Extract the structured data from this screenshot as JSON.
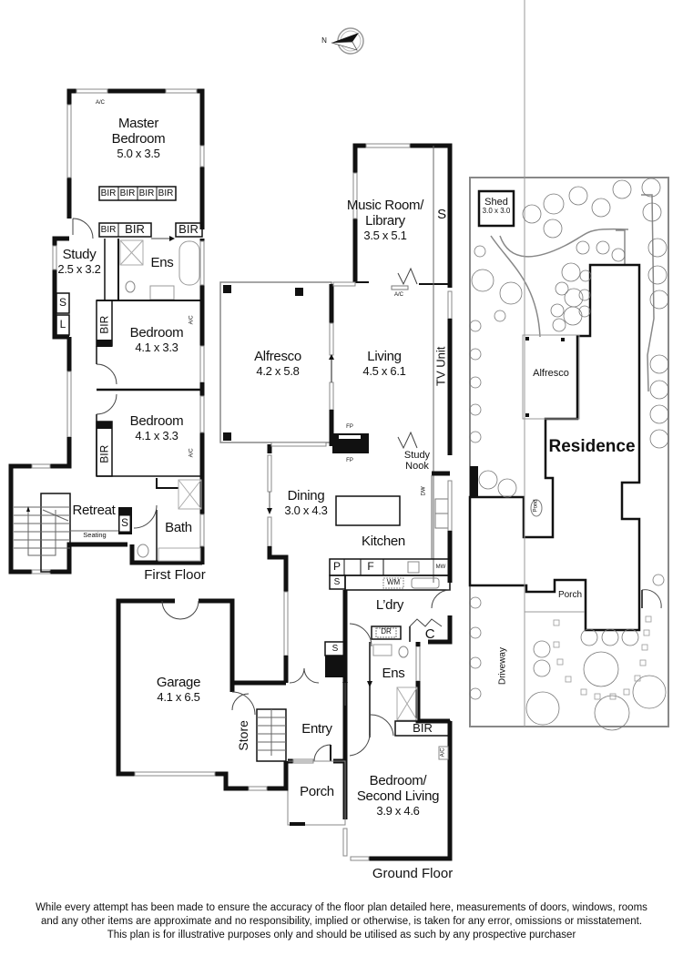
{
  "compass": {
    "label": "N"
  },
  "first_floor": {
    "title": "First Floor",
    "rooms": {
      "master": {
        "name1": "Master",
        "name2": "Bedroom",
        "dim": "5.0 x 3.5"
      },
      "study": {
        "name": "Study",
        "dim": "2.5 x 3.2"
      },
      "ens": {
        "name": "Ens"
      },
      "bedroom1": {
        "name": "Bedroom",
        "dim": "4.1 x 3.3"
      },
      "bedroom2": {
        "name": "Bedroom",
        "dim": "4.1 x 3.3"
      },
      "retreat": {
        "name": "Retreat"
      },
      "bath": {
        "name": "Bath"
      }
    },
    "fixtures": {
      "ac": "A/C",
      "bir": "BIR",
      "s": "S",
      "l": "L",
      "seating": "Seating"
    }
  },
  "ground_floor": {
    "title": "Ground Floor",
    "rooms": {
      "music": {
        "name1": "Music Room/",
        "name2": "Library",
        "dim": "3.5 x 5.1"
      },
      "alfresco": {
        "name": "Alfresco",
        "dim": "4.2 x 5.8"
      },
      "living": {
        "name": "Living",
        "dim": "4.5 x 6.1"
      },
      "dining": {
        "name": "Dining",
        "dim": "3.0 x 4.3"
      },
      "kitchen": {
        "name": "Kitchen"
      },
      "study_nook": {
        "name1": "Study",
        "name2": "Nook"
      },
      "laundry": {
        "name": "L’dry"
      },
      "garage": {
        "name": "Garage",
        "dim": "4.1 x 6.5"
      },
      "store": {
        "name": "Store"
      },
      "entry": {
        "name": "Entry"
      },
      "porch": {
        "name": "Porch"
      },
      "ens": {
        "name": "Ens"
      },
      "bedroom": {
        "name1": "Bedroom/",
        "name2": "Second Living",
        "dim": "3.9 x 4.6"
      }
    },
    "fixtures": {
      "tv_unit": "TV Unit",
      "fp": "FP",
      "dw": "DW",
      "p": "P",
      "f": "F",
      "mw": "MW",
      "wm": "WM",
      "dr": "DR",
      "c": "C",
      "s": "S",
      "bir": "BIR",
      "ac": "A/C"
    }
  },
  "site_plan": {
    "shed": {
      "name": "Shed",
      "dim": "3.0 x 3.0"
    },
    "alfresco": "Alfresco",
    "residence": "Residence",
    "pond": "Pond",
    "porch": "Porch",
    "driveway": "Driveway"
  },
  "disclaimer": {
    "line1": "While every attempt has been made to ensure the accuracy of the floor plan detailed here, measurements of doors, windows, rooms",
    "line2": "and any other items are approximate and no responsibility, implied or otherwise, is taken for any error, omissions or misstatement.",
    "line3": "This plan is for illustrative purposes only and should be utilised as such by any prospective purchaser"
  }
}
